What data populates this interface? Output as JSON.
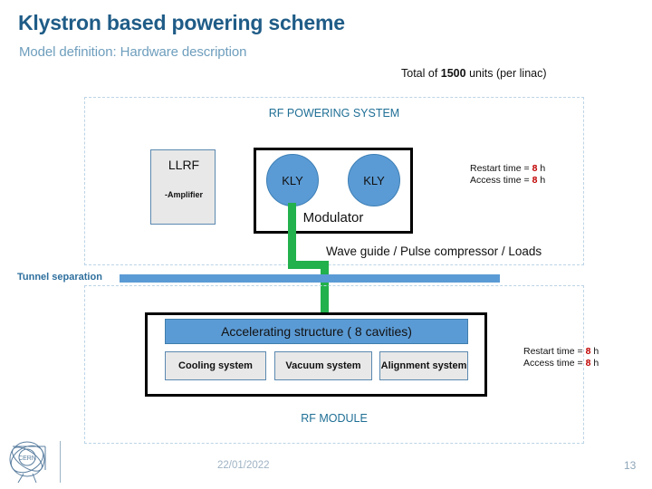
{
  "slide": {
    "title": "Klystron based powering scheme",
    "subtitle": "Model definition: Hardware description",
    "total_units_prefix": "Total of ",
    "total_units_value": "1500",
    "total_units_suffix": " units (per linac)"
  },
  "rf_powering": {
    "caption": "RF POWERING SYSTEM",
    "llrf": {
      "title": "LLRF",
      "sub": "-Amplifier"
    },
    "modulator": {
      "label": "Modulator",
      "klystrons": [
        {
          "label": "KLY"
        },
        {
          "label": "KLY"
        }
      ]
    },
    "times": {
      "restart_label": "Restart time = ",
      "restart_value": "8",
      "restart_unit": " h",
      "access_label": "Access time = ",
      "access_value": "8",
      "access_unit": " h"
    },
    "waveguide_label": "Wave guide / Pulse compressor / Loads"
  },
  "tunnel": {
    "label": "Tunnel separation"
  },
  "rf_module": {
    "caption": "RF MODULE",
    "accelerating_structure": "Accelerating structure ( 8 cavities)",
    "subsystems": [
      {
        "label": "Cooling system"
      },
      {
        "label": "Vacuum system"
      },
      {
        "label": "Alignment system"
      }
    ],
    "times": {
      "restart_label": "Restart time = ",
      "restart_value": "8",
      "restart_unit": " h",
      "access_label": "Access time = ",
      "access_value": "8",
      "access_unit": " h"
    }
  },
  "footer": {
    "logo": "cern-logo",
    "date": "22/01/2022",
    "page": "13"
  },
  "colors": {
    "title_blue": "#1f5c87",
    "subtitle_blue": "#6e9ebd",
    "accent_blue": "#5b9bd5",
    "green": "#22b14c",
    "red": "#c00000",
    "dashed_border": "#bcd4e6"
  }
}
